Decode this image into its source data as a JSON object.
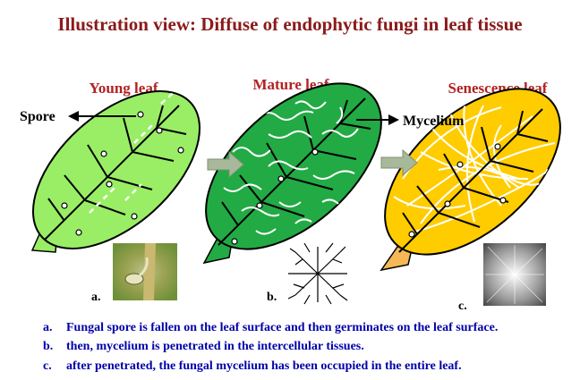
{
  "title": "Illustration view: Diffuse of endophytic fungi in leaf tissue",
  "stages": [
    {
      "label": "Young leaf",
      "marker": "a.",
      "fill": "#99ee66",
      "photo": "fungal-spore-photo"
    },
    {
      "label": "Mature leaf",
      "marker": "b.",
      "fill": "#22aa44",
      "photo": "mycelium-drawing"
    },
    {
      "label": "Senescence leaf",
      "marker": "c.",
      "fill": "#ffcc00",
      "photo": "mycelium-colony-photo"
    }
  ],
  "callouts": {
    "spore": "Spore",
    "mycelium": "Mycelium"
  },
  "captions": [
    {
      "marker": "a.",
      "text": "Fungal spore is fallen on the leaf surface and then germinates on the leaf surface."
    },
    {
      "marker": "b.",
      "text": "then, mycelium is penetrated in the intercellular tissues."
    },
    {
      "marker": "c.",
      "text": "after penetrated, the fungal mycelium has been occupied in the entire leaf."
    }
  ],
  "colors": {
    "title": "#8b1a1a",
    "stage_label": "#b22222",
    "caption": "#0000aa",
    "arrow": "#a8b89a"
  }
}
